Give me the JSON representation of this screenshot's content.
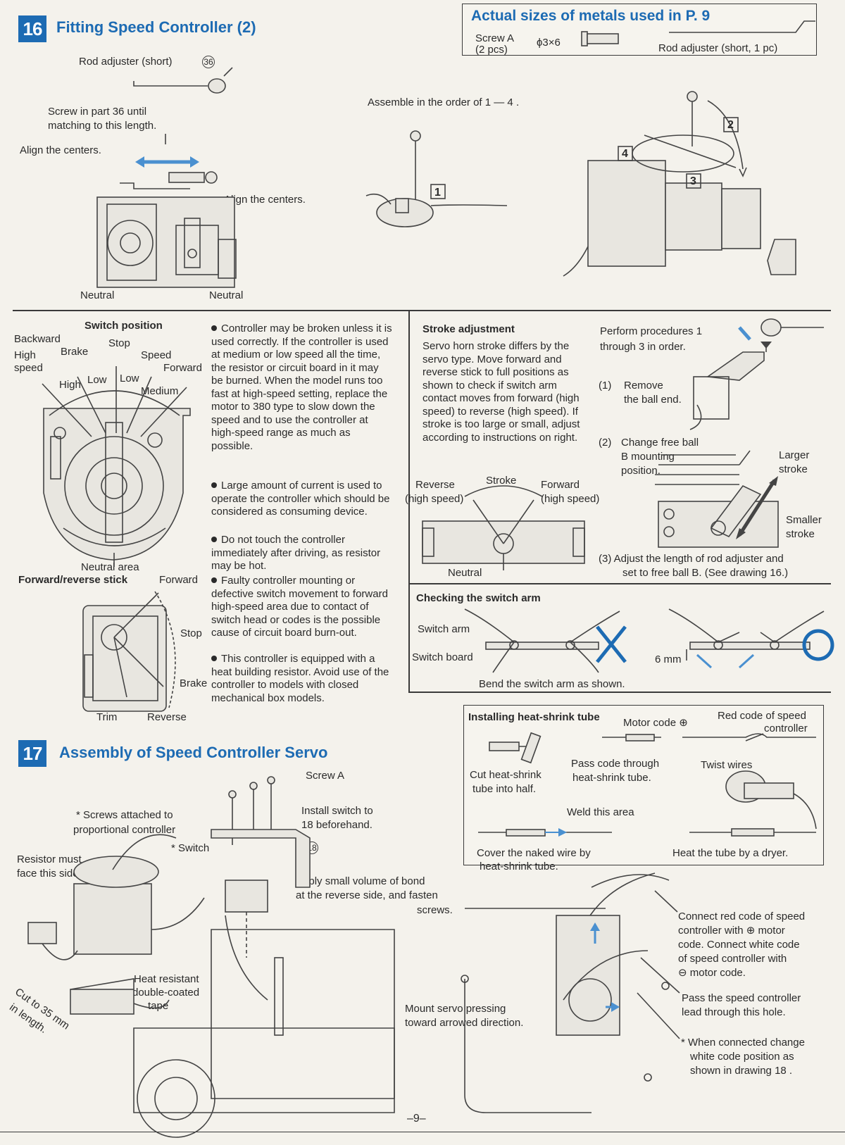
{
  "step16": {
    "number": "16",
    "title": "Fitting Speed Controller (2)",
    "rod_adjuster_label": "Rod adjuster (short)",
    "part_number": "36",
    "screw_in_line1": "Screw in part 36 until",
    "screw_in_line2": "matching to this length.",
    "align_centers_left": "Align the centers.",
    "align_centers_right": "Align the centers.",
    "neutral_left": "Neutral",
    "neutral_right": "Neutral",
    "assemble_order": "Assemble in the order of   1  —  4 .",
    "callouts": [
      "1",
      "2",
      "3",
      "4"
    ]
  },
  "metals_box": {
    "title": "Actual sizes of metals used in P. 9",
    "screw_label": "Screw A",
    "screw_count": "(2 pcs)",
    "screw_size": "ϕ3×6",
    "rod_label": "Rod adjuster (short, 1 pc)"
  },
  "switch_position": {
    "heading": "Switch position",
    "backward": "Backward",
    "high_speed_line1": "High",
    "high_speed_line2": "speed",
    "brake": "Brake",
    "stop": "Stop",
    "speed": "Speed",
    "forward": "Forward",
    "high": "High",
    "low_left": "Low",
    "low_right": "Low",
    "medium": "Medium",
    "neutral_area": "Neutral area"
  },
  "stick": {
    "heading": "Forward/reverse stick",
    "forward": "Forward",
    "stop": "Stop",
    "brake": "Brake",
    "trim": "Trim",
    "reverse": "Reverse"
  },
  "warnings": [
    "Controller may be broken unless it is used correctly. If the controller is used at medium or low speed all the time, the resistor or circuit board in it may be burned. When the model runs too fast at high-speed setting, replace the motor to 380 type to slow down the speed and to use the controller at high-speed range as much as possible.",
    "Large amount of current is used to operate the controller which should be considered as consuming device.",
    "Do not touch the controller immediately after driving, as resistor may be hot.",
    "Faulty controller mounting or defective switch movement to forward high-speed area due to contact of switch head or codes is the possible cause of circuit board burn-out.",
    "This controller is equipped with a heat building resistor. Avoid use of the controller to models with closed mechanical box models."
  ],
  "stroke": {
    "heading": "Stroke adjustment",
    "body": "Servo horn stroke differs by the servo type. Move forward and reverse stick to full positions as shown to check if switch arm contact moves from forward (high speed) to reverse (high speed). If stroke is too large or small, adjust according to instructions on right.",
    "reverse": "Reverse",
    "reverse_sub": "(high speed)",
    "stroke_label": "Stroke",
    "forward": "Forward",
    "forward_sub": "(high speed)",
    "neutral": "Neutral",
    "perform_line1": "Perform procedures 1",
    "perform_line2": "through 3 in order.",
    "proc1_num": "(1)",
    "proc1_line1": "Remove",
    "proc1_line2": "the ball end.",
    "proc2_num": "(2)",
    "proc2_line1": "Change free ball",
    "proc2_line2": "B mounting",
    "proc2_line3": "position.",
    "larger_stroke_line1": "Larger",
    "larger_stroke_line2": "stroke",
    "smaller_stroke_line1": "Smaller",
    "smaller_stroke_line2": "stroke",
    "proc3_line1": "(3)  Adjust the length of rod adjuster and",
    "proc3_line2": "set to free ball B.  (See drawing 16.)"
  },
  "switch_arm": {
    "heading": "Checking the switch arm",
    "switch_arm": "Switch arm",
    "switch_board": "Switch board",
    "gap": "6 mm",
    "caption": "Bend the switch arm as shown."
  },
  "step17": {
    "number": "17",
    "title": "Assembly of Speed Controller Servo",
    "screw_a": "Screw A",
    "screws_attached_line1": "* Screws attached to",
    "screws_attached_line2": "proportional controller",
    "install_switch_line1": "Install switch to",
    "install_switch_line2": "18  beforehand.",
    "switch": "* Switch",
    "part18": "18",
    "resistor_line1": "Resistor must",
    "resistor_line2": "face this side.",
    "bond_line1": "Apply small volume of bond",
    "bond_line2": "at the reverse side, and fasten",
    "bond_line3": "screws.",
    "tape_line1": "Heat resistant",
    "tape_line2": "double-coated",
    "tape_line3": "tape",
    "cut_line1": "Cut to 35 mm",
    "cut_line2": "in length.",
    "mount_line1": "Mount servo pressing",
    "mount_line2": "toward arrowed direction.",
    "connect_line1": "Connect red code of speed",
    "connect_line2": "controller with ⊕ motor",
    "connect_line3": "code.  Connect white code",
    "connect_line4": "of speed controller with",
    "connect_line5": "⊖  motor code.",
    "pass_line1": "Pass the speed controller",
    "pass_line2": "lead through this hole.",
    "when_line1": "* When connected change",
    "when_line2": "white code position as",
    "when_line3": "shown in drawing  18 ."
  },
  "heat_shrink": {
    "heading": "Installing heat-shrink tube",
    "motor_code": "Motor code ⊕",
    "red_code_line1": "Red code of speed",
    "red_code_line2": "controller",
    "cut_line1": "Cut heat-shrink",
    "cut_line2": "tube into half.",
    "pass_line1": "Pass code through",
    "pass_line2": "heat-shrink tube.",
    "twist": "Twist wires",
    "weld": "Weld this area",
    "cover_line1": "Cover the naked wire by",
    "cover_line2": "heat-shrink tube.",
    "heat": "Heat the tube by a dryer."
  },
  "page_number": "–9–",
  "colors": {
    "accent": "#1d6bb3",
    "arrow": "#4a90d0",
    "ink": "#2a2a2a",
    "paper": "#f4f2ec"
  }
}
